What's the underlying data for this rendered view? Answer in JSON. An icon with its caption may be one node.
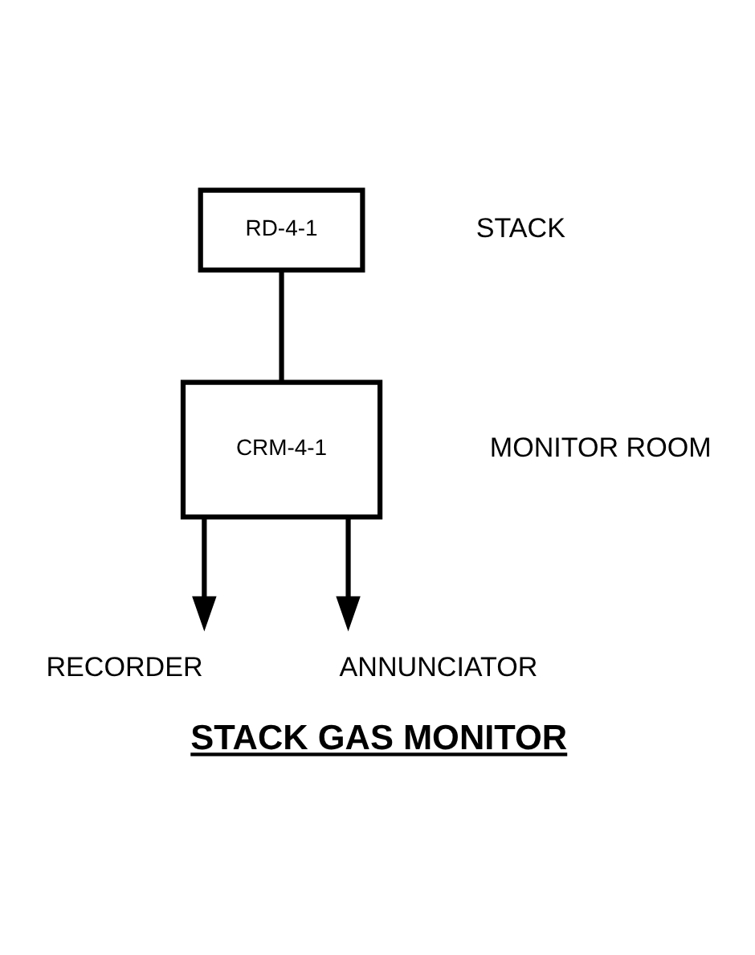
{
  "diagram": {
    "caption": "STACK GAS MONITOR",
    "nodes": [
      {
        "text": [
          "RD-4-1"
        ]
      },
      {
        "text": [
          "CRM-4-1"
        ]
      },
      {
        "text": [
          "RECORDER"
        ]
      },
      {
        "text": [
          "ANNUNCIATOR"
        ]
      }
    ],
    "edges": [
      {
        "from": 0,
        "to": 1,
        "arrow": "none"
      },
      {
        "from": 1,
        "to": 2,
        "arrow": "to"
      },
      {
        "from": 1,
        "to": 3,
        "arrow": "to"
      }
    ],
    "labels": [
      "STACK",
      "MONITOR ROOM"
    ]
  }
}
